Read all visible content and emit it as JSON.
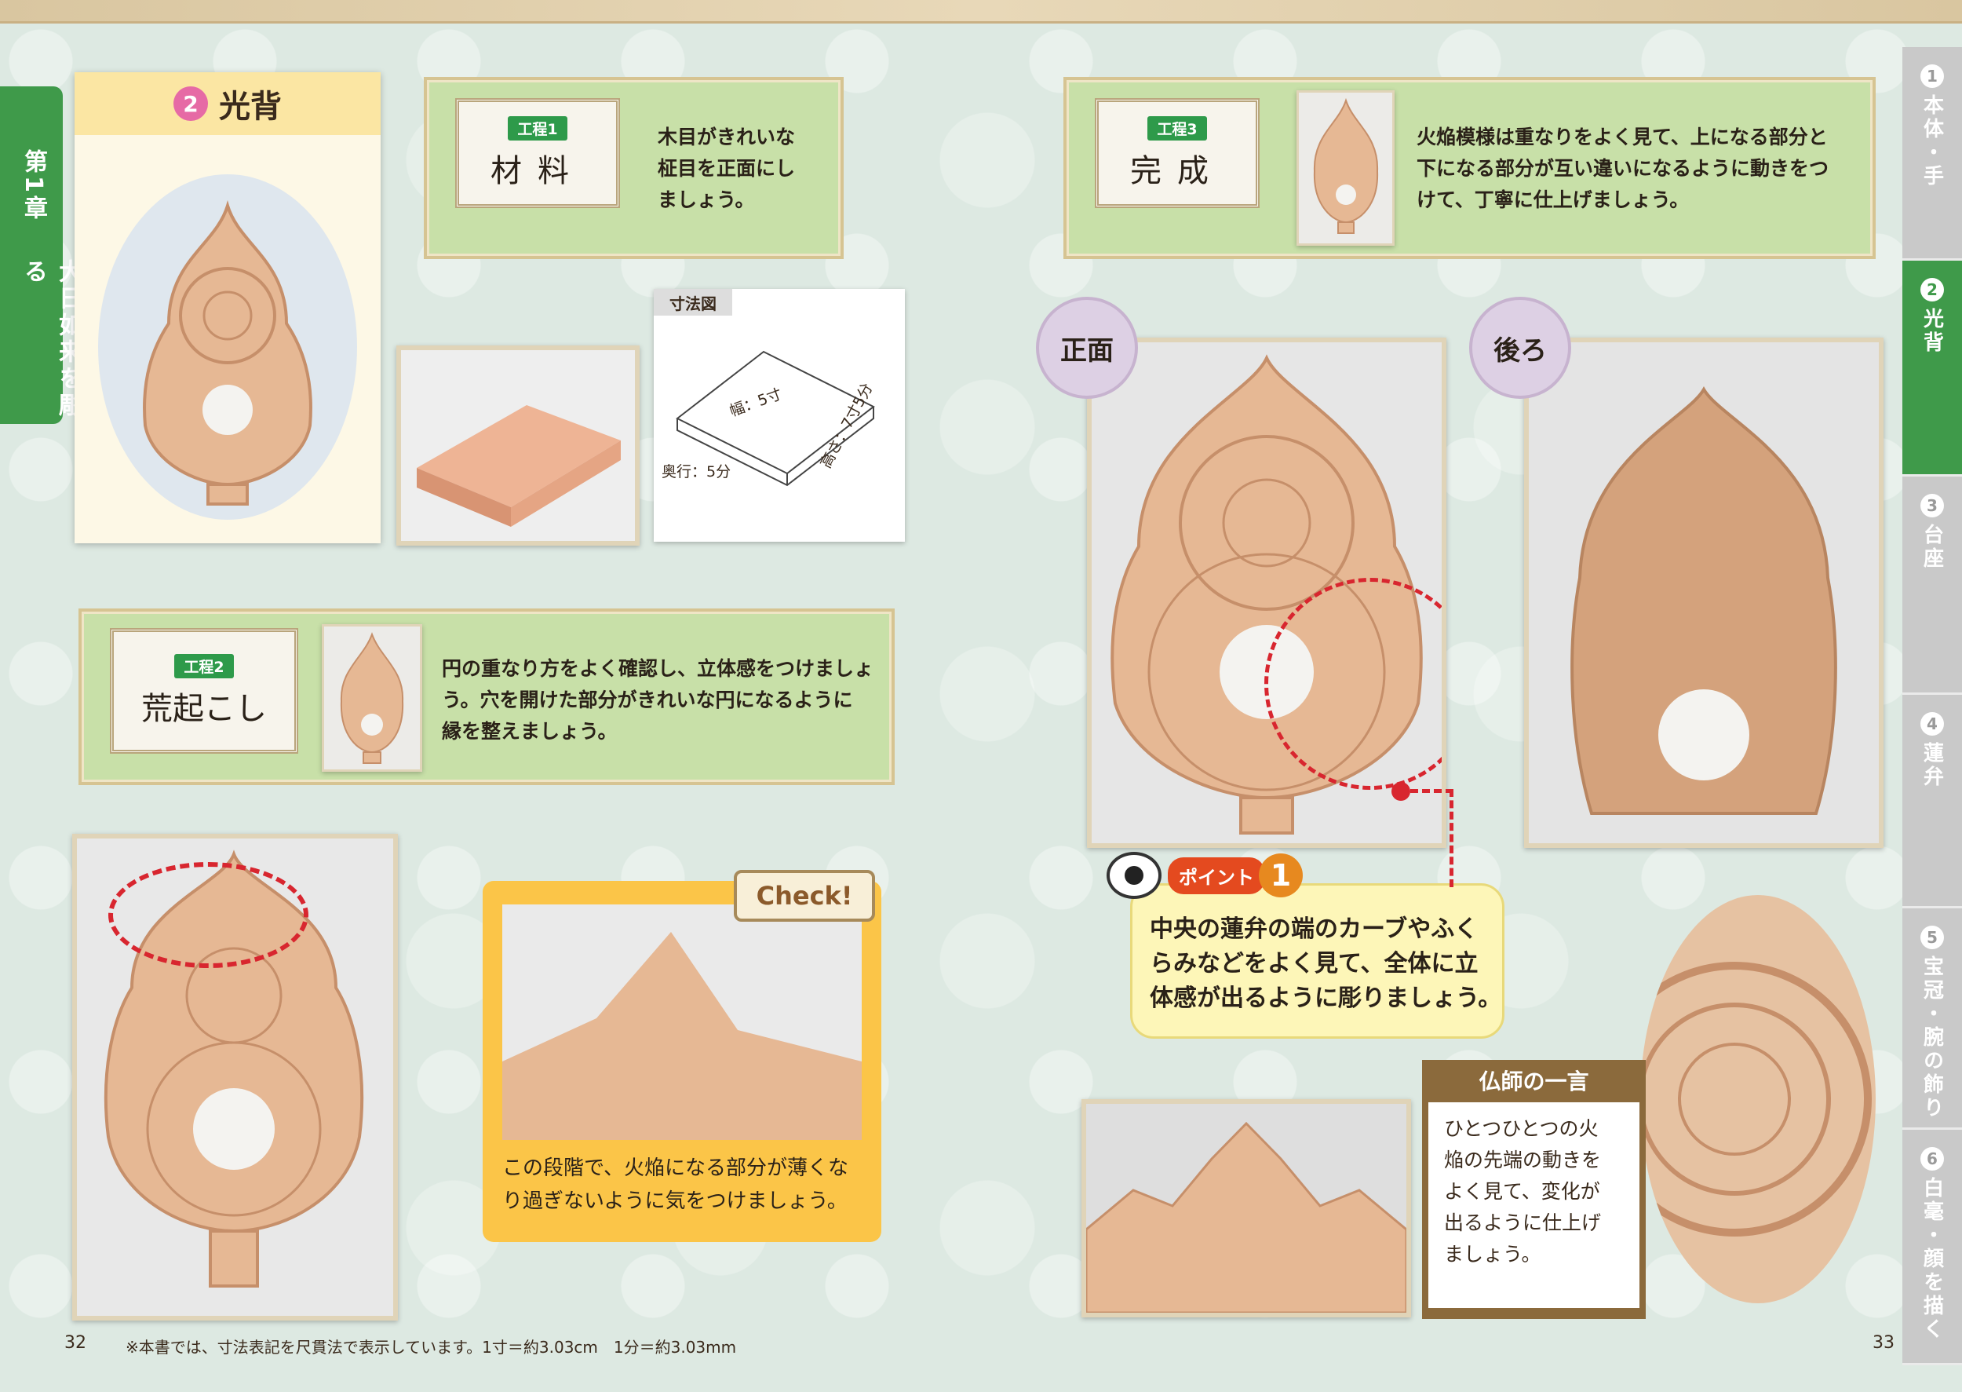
{
  "chapter": {
    "label": "第1章",
    "title": "大日如来を彫る"
  },
  "section": {
    "number": "2",
    "title": "光背"
  },
  "steps": [
    {
      "tag": "工程1",
      "title": "材料",
      "text": [
        "木目がきれいな",
        "柾目を正面にし",
        "ましょう。"
      ]
    },
    {
      "tag": "工程2",
      "title": "荒起こし",
      "text": [
        "円の重なり方をよく確認し、立体感をつけましょ",
        "う。穴を開けた部分がきれいな円になるように",
        "縁を整えましょう。"
      ]
    },
    {
      "tag": "工程3",
      "title": "完成",
      "text": [
        "火焔模様は重なりをよく見て、上になる部分と",
        "下になる部分が互い違いになるように動きをつ",
        "けて、丁寧に仕上げましょう。"
      ]
    }
  ],
  "dimension": {
    "title": "寸法図",
    "width": "幅：5寸",
    "height": "高さ：7寸5分",
    "depth": "奥行：5分"
  },
  "check": {
    "label": "Check!",
    "text": [
      "この段階で、火焔になる部分が薄くな",
      "り過ぎないように気をつけましょう。"
    ]
  },
  "views": {
    "front": "正面",
    "back": "後ろ"
  },
  "point": {
    "label": "ポイント",
    "number": "1",
    "text": [
      "中央の蓮弁の端のカーブやふく",
      "らみなどをよく見て、全体に立",
      "体感が出るように彫りましょう。"
    ]
  },
  "busshi": {
    "title": "仏師の一言",
    "text": [
      "ひとつひとつの火",
      "焔の先端の動きを",
      "よく見て、変化が",
      "出るように仕上げ",
      "ましょう。"
    ]
  },
  "tabs": [
    {
      "num": "1",
      "label": "本体・手"
    },
    {
      "num": "2",
      "label": "光背",
      "active": true
    },
    {
      "num": "3",
      "label": "台座"
    },
    {
      "num": "4",
      "label": "蓮弁"
    },
    {
      "num": "5",
      "label": "宝冠・腕の飾り"
    },
    {
      "num": "6",
      "label": "白毫・顔を描く"
    }
  ],
  "footer": {
    "left_page": "32",
    "right_page": "33",
    "note": "※本書では、寸法表記を尺貫法で表示しています。1寸＝約3.03cm　1分＝約3.03mm"
  }
}
